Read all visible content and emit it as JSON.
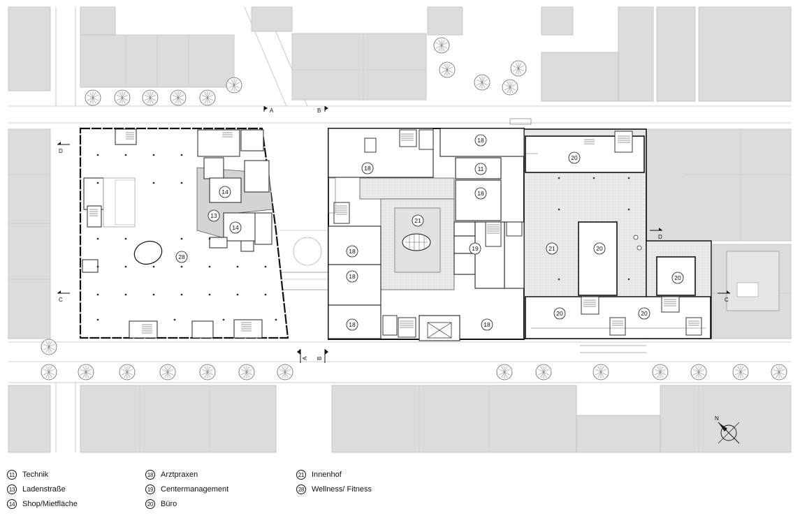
{
  "plan": {
    "room_labels": [
      {
        "id": "r11a",
        "num": "11"
      },
      {
        "id": "r13",
        "num": "13"
      },
      {
        "id": "r14a",
        "num": "14"
      },
      {
        "id": "r14b",
        "num": "14"
      },
      {
        "id": "r18a",
        "num": "18"
      },
      {
        "id": "r18b",
        "num": "18"
      },
      {
        "id": "r18c",
        "num": "18"
      },
      {
        "id": "r18d",
        "num": "18"
      },
      {
        "id": "r18e",
        "num": "18"
      },
      {
        "id": "r18f",
        "num": "18"
      },
      {
        "id": "r18g",
        "num": "18"
      },
      {
        "id": "r19",
        "num": "19"
      },
      {
        "id": "r20a",
        "num": "20"
      },
      {
        "id": "r20b",
        "num": "20"
      },
      {
        "id": "r20c",
        "num": "20"
      },
      {
        "id": "r20d",
        "num": "20"
      },
      {
        "id": "r20e",
        "num": "20"
      },
      {
        "id": "r21a",
        "num": "21"
      },
      {
        "id": "r21b",
        "num": "21"
      },
      {
        "id": "r28",
        "num": "28"
      }
    ],
    "section_markers": {
      "a_top": "A",
      "b_top": "B",
      "a_bottom": "A",
      "b_bottom": "B",
      "d_left": "D",
      "c_left": "C",
      "d_right": "D",
      "c_right": "C"
    },
    "north_label": "N"
  },
  "legend": {
    "col1": [
      {
        "num": "11",
        "label": "Technik"
      },
      {
        "num": "13",
        "label": "Ladenstraße"
      },
      {
        "num": "14",
        "label": "Shop/Mietfläche"
      }
    ],
    "col2": [
      {
        "num": "18",
        "label": "Arztpraxen"
      },
      {
        "num": "19",
        "label": "Centermanagement"
      },
      {
        "num": "20",
        "label": "Büro"
      }
    ],
    "col3": [
      {
        "num": "21",
        "label": "Innenhof"
      },
      {
        "num": "28",
        "label": "Wellness/ Fitness"
      }
    ]
  }
}
